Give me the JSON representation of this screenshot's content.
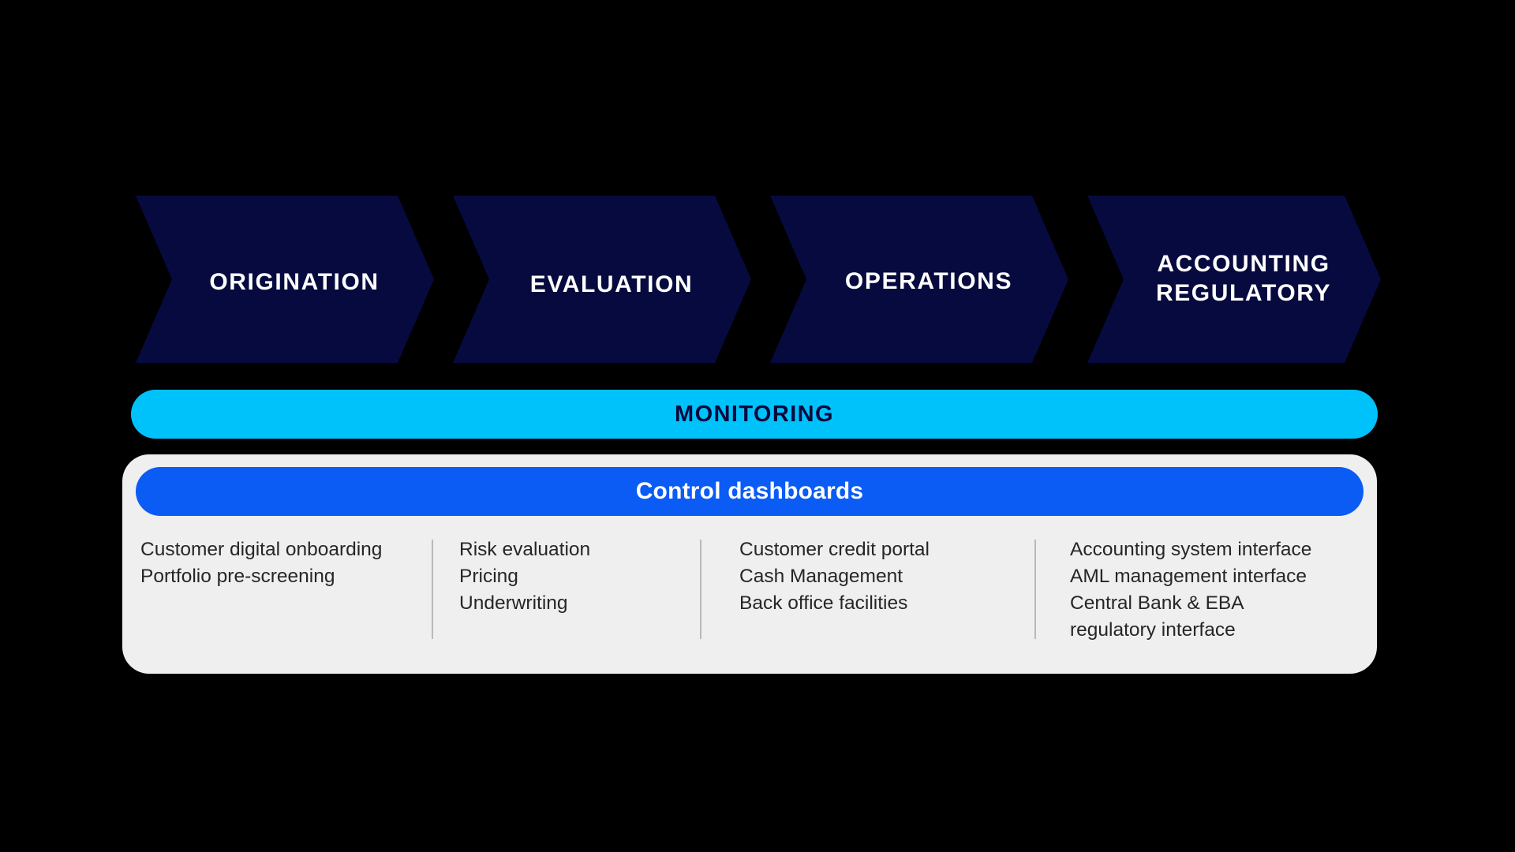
{
  "colors": {
    "background": "#000000",
    "chevron_navy": "#070A3E",
    "monitoring_cyan": "#00C2FB",
    "control_blue": "#0A5CF5",
    "panel_gray": "#EFEFEF",
    "divider_gray": "#B9B9B9",
    "text_dark": "#262626",
    "text_light": "#FFFFFF"
  },
  "stages": [
    {
      "label": "ORIGINATION"
    },
    {
      "label": "EVALUATION"
    },
    {
      "label": "OPERATIONS"
    },
    {
      "label": "ACCOUNTING\nREGULATORY"
    }
  ],
  "monitoring": {
    "label": "MONITORING"
  },
  "control": {
    "title": "Control dashboards",
    "columns": [
      {
        "items": [
          "Customer digital onboarding",
          "Portfolio pre-screening"
        ]
      },
      {
        "items": [
          "Risk evaluation",
          "Pricing",
          "Underwriting"
        ]
      },
      {
        "items": [
          "Customer credit portal",
          "Cash Management",
          "Back office facilities"
        ]
      },
      {
        "items": [
          "Accounting system interface",
          "AML management interface",
          "Central Bank & EBA",
          "regulatory interface"
        ]
      }
    ]
  }
}
